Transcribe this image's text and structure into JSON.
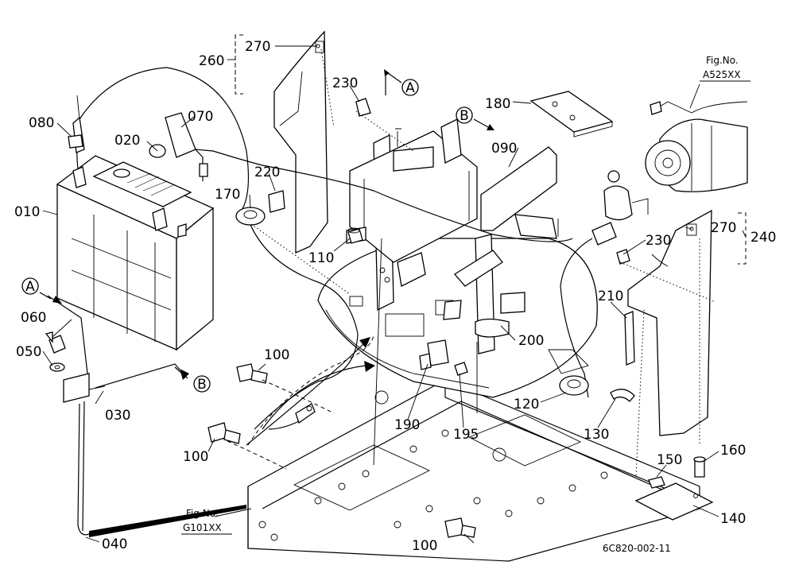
{
  "diagram": {
    "part_labels": {
      "p010": "010",
      "p020": "020",
      "p030": "030",
      "p040": "040",
      "p050": "050",
      "p060": "060",
      "p070": "070",
      "p080": "080",
      "p090": "090",
      "p100a": "100",
      "p100b": "100",
      "p100c": "100",
      "p110": "110",
      "p120": "120",
      "p130": "130",
      "p140": "140",
      "p150": "150",
      "p160": "160",
      "p170": "170",
      "p180": "180",
      "p190": "190",
      "p195": "195",
      "p200": "200",
      "p210": "210",
      "p220": "220",
      "p230a": "230",
      "p230b": "230",
      "p240": "240",
      "p260": "260",
      "p270a": "270",
      "p270b": "270"
    },
    "refs": {
      "fig_top_right_line1": "Fig.No.",
      "fig_top_right_line2": "A525XX",
      "fig_bottom_left_line1": "Fig.No.",
      "fig_bottom_left_line2": "G101XX"
    },
    "markers": {
      "a_top": "A",
      "a_left": "A",
      "b_top": "B",
      "b_left": "B"
    },
    "drawing_code": "6C820-002-11"
  }
}
